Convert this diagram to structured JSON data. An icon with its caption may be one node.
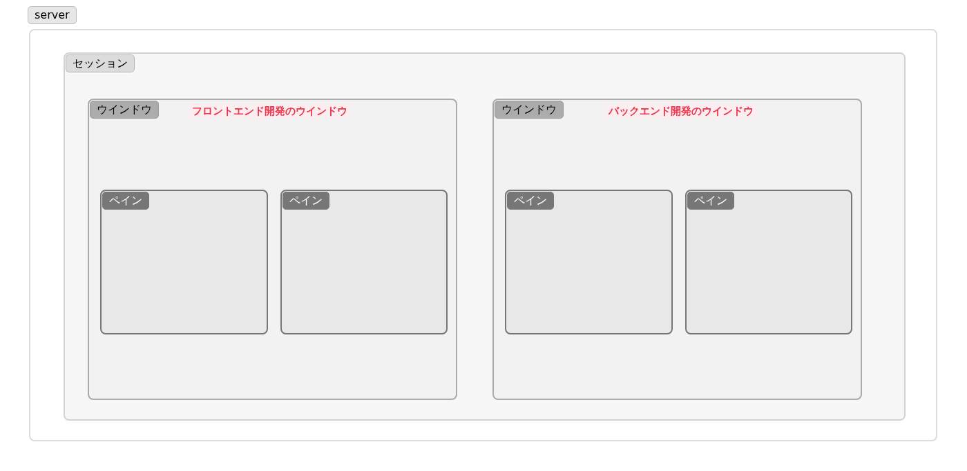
{
  "diagram": {
    "nodes": [
      {
        "text": [
          "server"
        ]
      },
      {
        "text": [
          "セッション"
        ],
        "in": 0
      },
      {
        "text": [
          "ウインドウ",
          "フロントエンド開発のウインドウ"
        ],
        "in": 1
      },
      {
        "text": [
          "ペイン"
        ],
        "in": 2
      },
      {
        "text": [
          "ペイン"
        ],
        "in": 2
      },
      {
        "text": [
          "ウインドウ",
          "バックエンド開発のウインドウ"
        ],
        "in": 1
      },
      {
        "text": [
          "ペイン"
        ],
        "in": 5
      },
      {
        "text": [
          "ペイン"
        ],
        "in": 5
      }
    ]
  }
}
